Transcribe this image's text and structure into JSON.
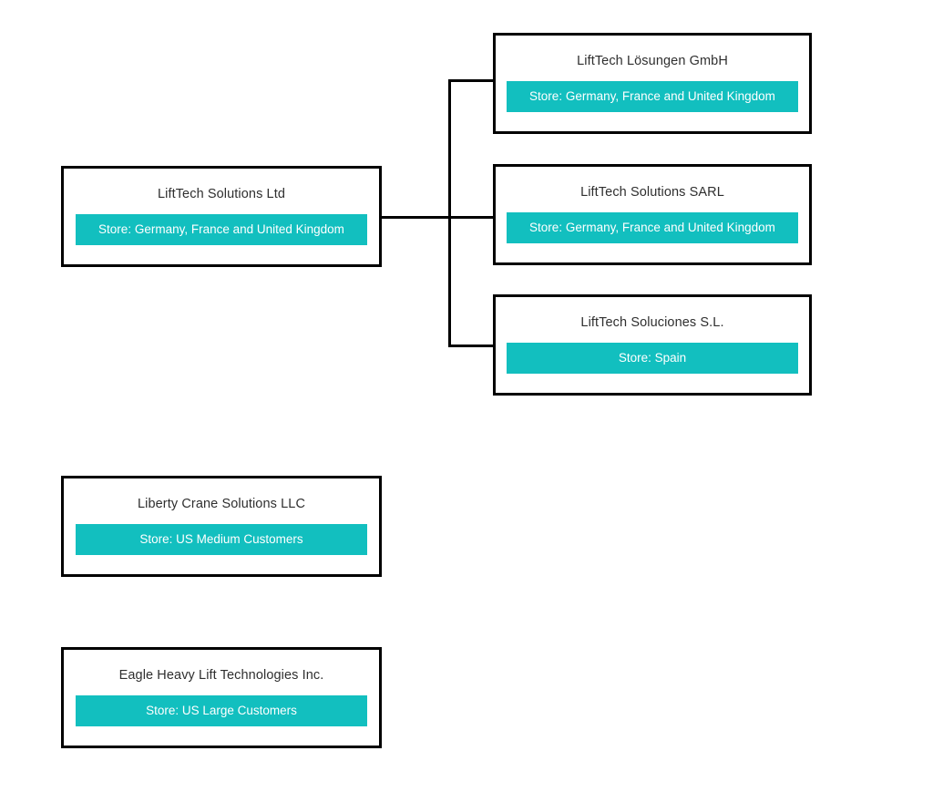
{
  "chart_data": {
    "type": "diagram",
    "title": "",
    "layout": "org-chart-horizontal",
    "colors": {
      "node_border": "#000000",
      "node_background": "#ffffff",
      "store_badge": "#12bfbf",
      "store_badge_text": "#ffffff",
      "node_title_text": "#2f2f2f",
      "connector": "#000000",
      "page_background": "#ffffff"
    },
    "nodes": [
      {
        "id": "lifttech-solutions-ltd",
        "title": "LiftTech Solutions Ltd",
        "store": "Store: Germany, France and United Kingdom",
        "role": "parent"
      },
      {
        "id": "lifttech-losungen-gmbh",
        "title": "LiftTech Lösungen GmbH",
        "store": "Store: Germany, France and United Kingdom",
        "role": "child"
      },
      {
        "id": "lifttech-solutions-sarl",
        "title": "LiftTech Solutions SARL",
        "store": "Store: Germany, France and United Kingdom",
        "role": "child"
      },
      {
        "id": "lifttech-soluciones-sl",
        "title": "LiftTech Soluciones S.L.",
        "store": "Store: Spain",
        "role": "child"
      },
      {
        "id": "liberty-crane-solutions-llc",
        "title": "Liberty Crane Solutions LLC",
        "store": "Store: US Medium Customers",
        "role": "standalone"
      },
      {
        "id": "eagle-heavy-lift-technologies-inc",
        "title": "Eagle Heavy Lift Technologies Inc.",
        "store": "Store: US Large Customers",
        "role": "standalone"
      }
    ],
    "edges": [
      {
        "from": "lifttech-solutions-ltd",
        "to": "lifttech-losungen-gmbh"
      },
      {
        "from": "lifttech-solutions-ltd",
        "to": "lifttech-solutions-sarl"
      },
      {
        "from": "lifttech-solutions-ltd",
        "to": "lifttech-soluciones-sl"
      }
    ]
  },
  "nodes": {
    "parent": {
      "title": "LiftTech Solutions Ltd",
      "store": "Store: Germany, France and United Kingdom"
    },
    "child_germany": {
      "title": "LiftTech Lösungen GmbH",
      "store": "Store: Germany, France and United Kingdom"
    },
    "child_france": {
      "title": "LiftTech Solutions SARL",
      "store": "Store: Germany, France and United Kingdom"
    },
    "child_spain": {
      "title": "LiftTech Soluciones S.L.",
      "store": "Store: Spain"
    },
    "standalone_medium": {
      "title": "Liberty Crane Solutions LLC",
      "store": "Store: US Medium Customers"
    },
    "standalone_large": {
      "title": "Eagle Heavy Lift Technologies Inc.",
      "store": "Store: US Large Customers"
    }
  }
}
